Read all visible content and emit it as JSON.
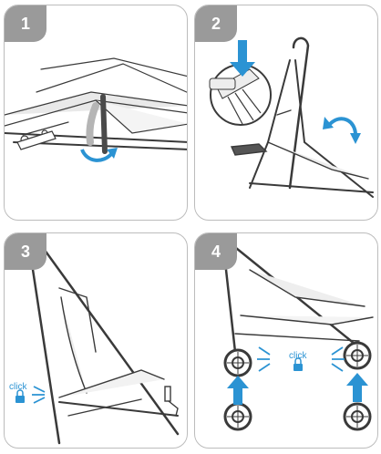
{
  "steps": [
    {
      "number": "1"
    },
    {
      "number": "2"
    },
    {
      "number": "3",
      "click_label": "click"
    },
    {
      "number": "4",
      "click_label": "click"
    }
  ],
  "colors": {
    "badge": "#9a9a9a",
    "accent_blue": "#2b93d3",
    "line": "#3a3a3a",
    "panel_border": "#bcbcbc"
  },
  "icons": [
    "fold-strap",
    "curved-arrow",
    "foot-press",
    "lock-icon",
    "wheel",
    "up-arrow"
  ]
}
